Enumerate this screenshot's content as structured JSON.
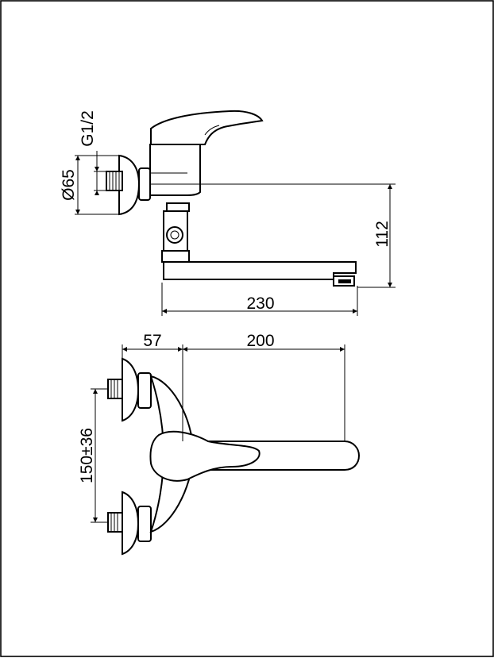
{
  "drawing": {
    "dimensions": {
      "g_thread": "G1/2",
      "diameter": "Ø65",
      "height": "112",
      "spout_length": "230",
      "offset": "57",
      "spout_reach": "200",
      "spacing": "150±36"
    }
  }
}
